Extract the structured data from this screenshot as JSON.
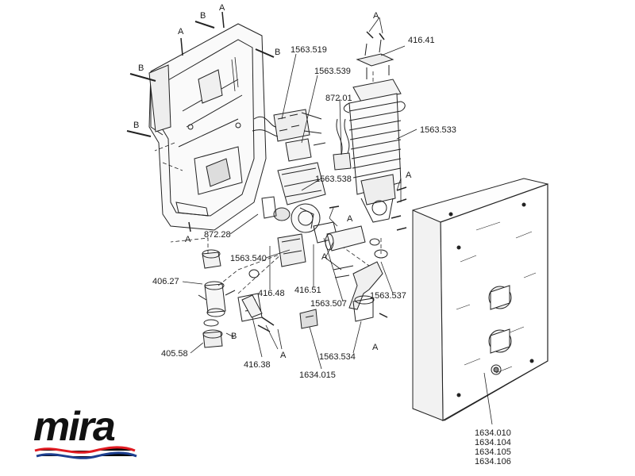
{
  "brand": {
    "name": "mira",
    "wave_colors": [
      "#e11b22",
      "#1d3f8f"
    ]
  },
  "callouts": {
    "a_label": "A",
    "b_label": "B",
    "p_1563_519": "1563.519",
    "p_1563_539": "1563.539",
    "p_872_01": "872.01",
    "p_416_41": "416.41",
    "p_1563_533": "1563.533",
    "p_1563_538": "1563.538",
    "p_872_28": "872.28",
    "p_1563_540": "1563.540",
    "p_406_27": "406.27",
    "p_416_48": "416.48",
    "p_416_51": "416.51",
    "p_1563_507": "1563.507",
    "p_1563_537": "1563.537",
    "p_405_58": "405.58",
    "p_416_38": "416.38",
    "p_1634_015": "1634.015",
    "p_1563_534": "1563.534"
  },
  "cover_part_numbers": [
    "1634.010",
    "1634.104",
    "1634.105",
    "1634.106"
  ]
}
